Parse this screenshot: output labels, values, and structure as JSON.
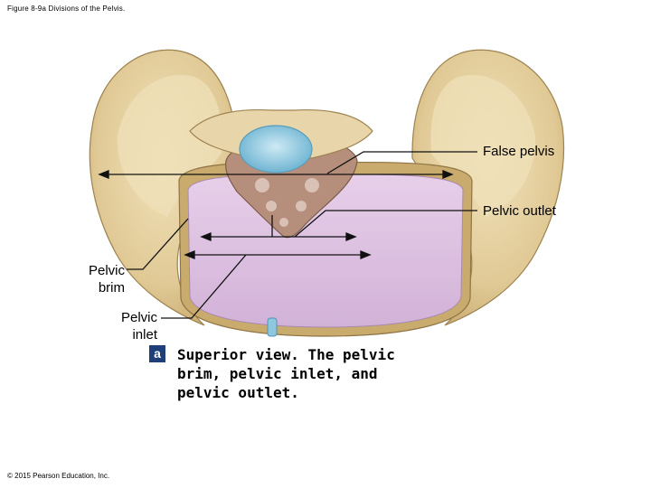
{
  "figure_title": "Figure 8-9a Divisions of the Pelvis.",
  "labels": {
    "false_pelvis": "False pelvis",
    "pelvic_outlet": "Pelvic outlet",
    "pelvic_brim": "Pelvic\nbrim",
    "pelvic_inlet": "Pelvic\ninlet"
  },
  "panel_letter": "a",
  "caption": "Superior view. The pelvic brim, pelvic inlet, and pelvic outlet.",
  "copyright": "© 2015 Pearson Education, Inc.",
  "colors": {
    "bone": "#e3cf9f",
    "bone_shadow": "#b89a60",
    "cavity": "#dcbfe0",
    "disc": "#9fd2e6",
    "badge": "#1f3f78"
  }
}
